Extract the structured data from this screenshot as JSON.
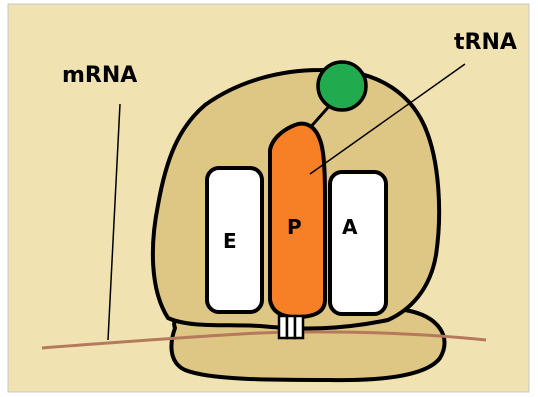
{
  "labels": {
    "mrna": "mRNA",
    "trna": "tRNA",
    "site_e": "E",
    "site_p": "P",
    "site_a": "A"
  },
  "colors": {
    "background": "#f1e2b2",
    "ribosome_fill": "#dec684",
    "outline": "#000000",
    "site_box_fill": "#ffffff",
    "trna_fill": "#f77f26",
    "amino_acid_fill": "#22aa4f",
    "mrna_strand": "#b57a5c",
    "border": "#c8c8c8"
  }
}
